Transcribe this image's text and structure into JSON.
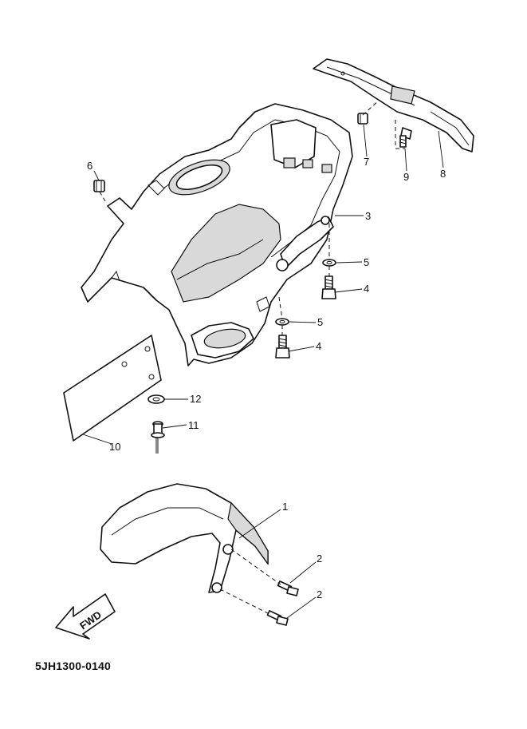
{
  "figure_code": "5JH1300-0140",
  "fwd_label": "FWD",
  "callouts": [
    {
      "id": "c1",
      "text": "1"
    },
    {
      "id": "c2a",
      "text": "2"
    },
    {
      "id": "c2b",
      "text": "2"
    },
    {
      "id": "c3",
      "text": "3"
    },
    {
      "id": "c4a",
      "text": "4"
    },
    {
      "id": "c4b",
      "text": "4"
    },
    {
      "id": "c5a",
      "text": "5"
    },
    {
      "id": "c5b",
      "text": "5"
    },
    {
      "id": "c6",
      "text": "6"
    },
    {
      "id": "c7",
      "text": "7"
    },
    {
      "id": "c8",
      "text": "8"
    },
    {
      "id": "c9",
      "text": "9"
    },
    {
      "id": "c10",
      "text": "10"
    },
    {
      "id": "c11",
      "text": "11"
    },
    {
      "id": "c12",
      "text": "12"
    }
  ]
}
